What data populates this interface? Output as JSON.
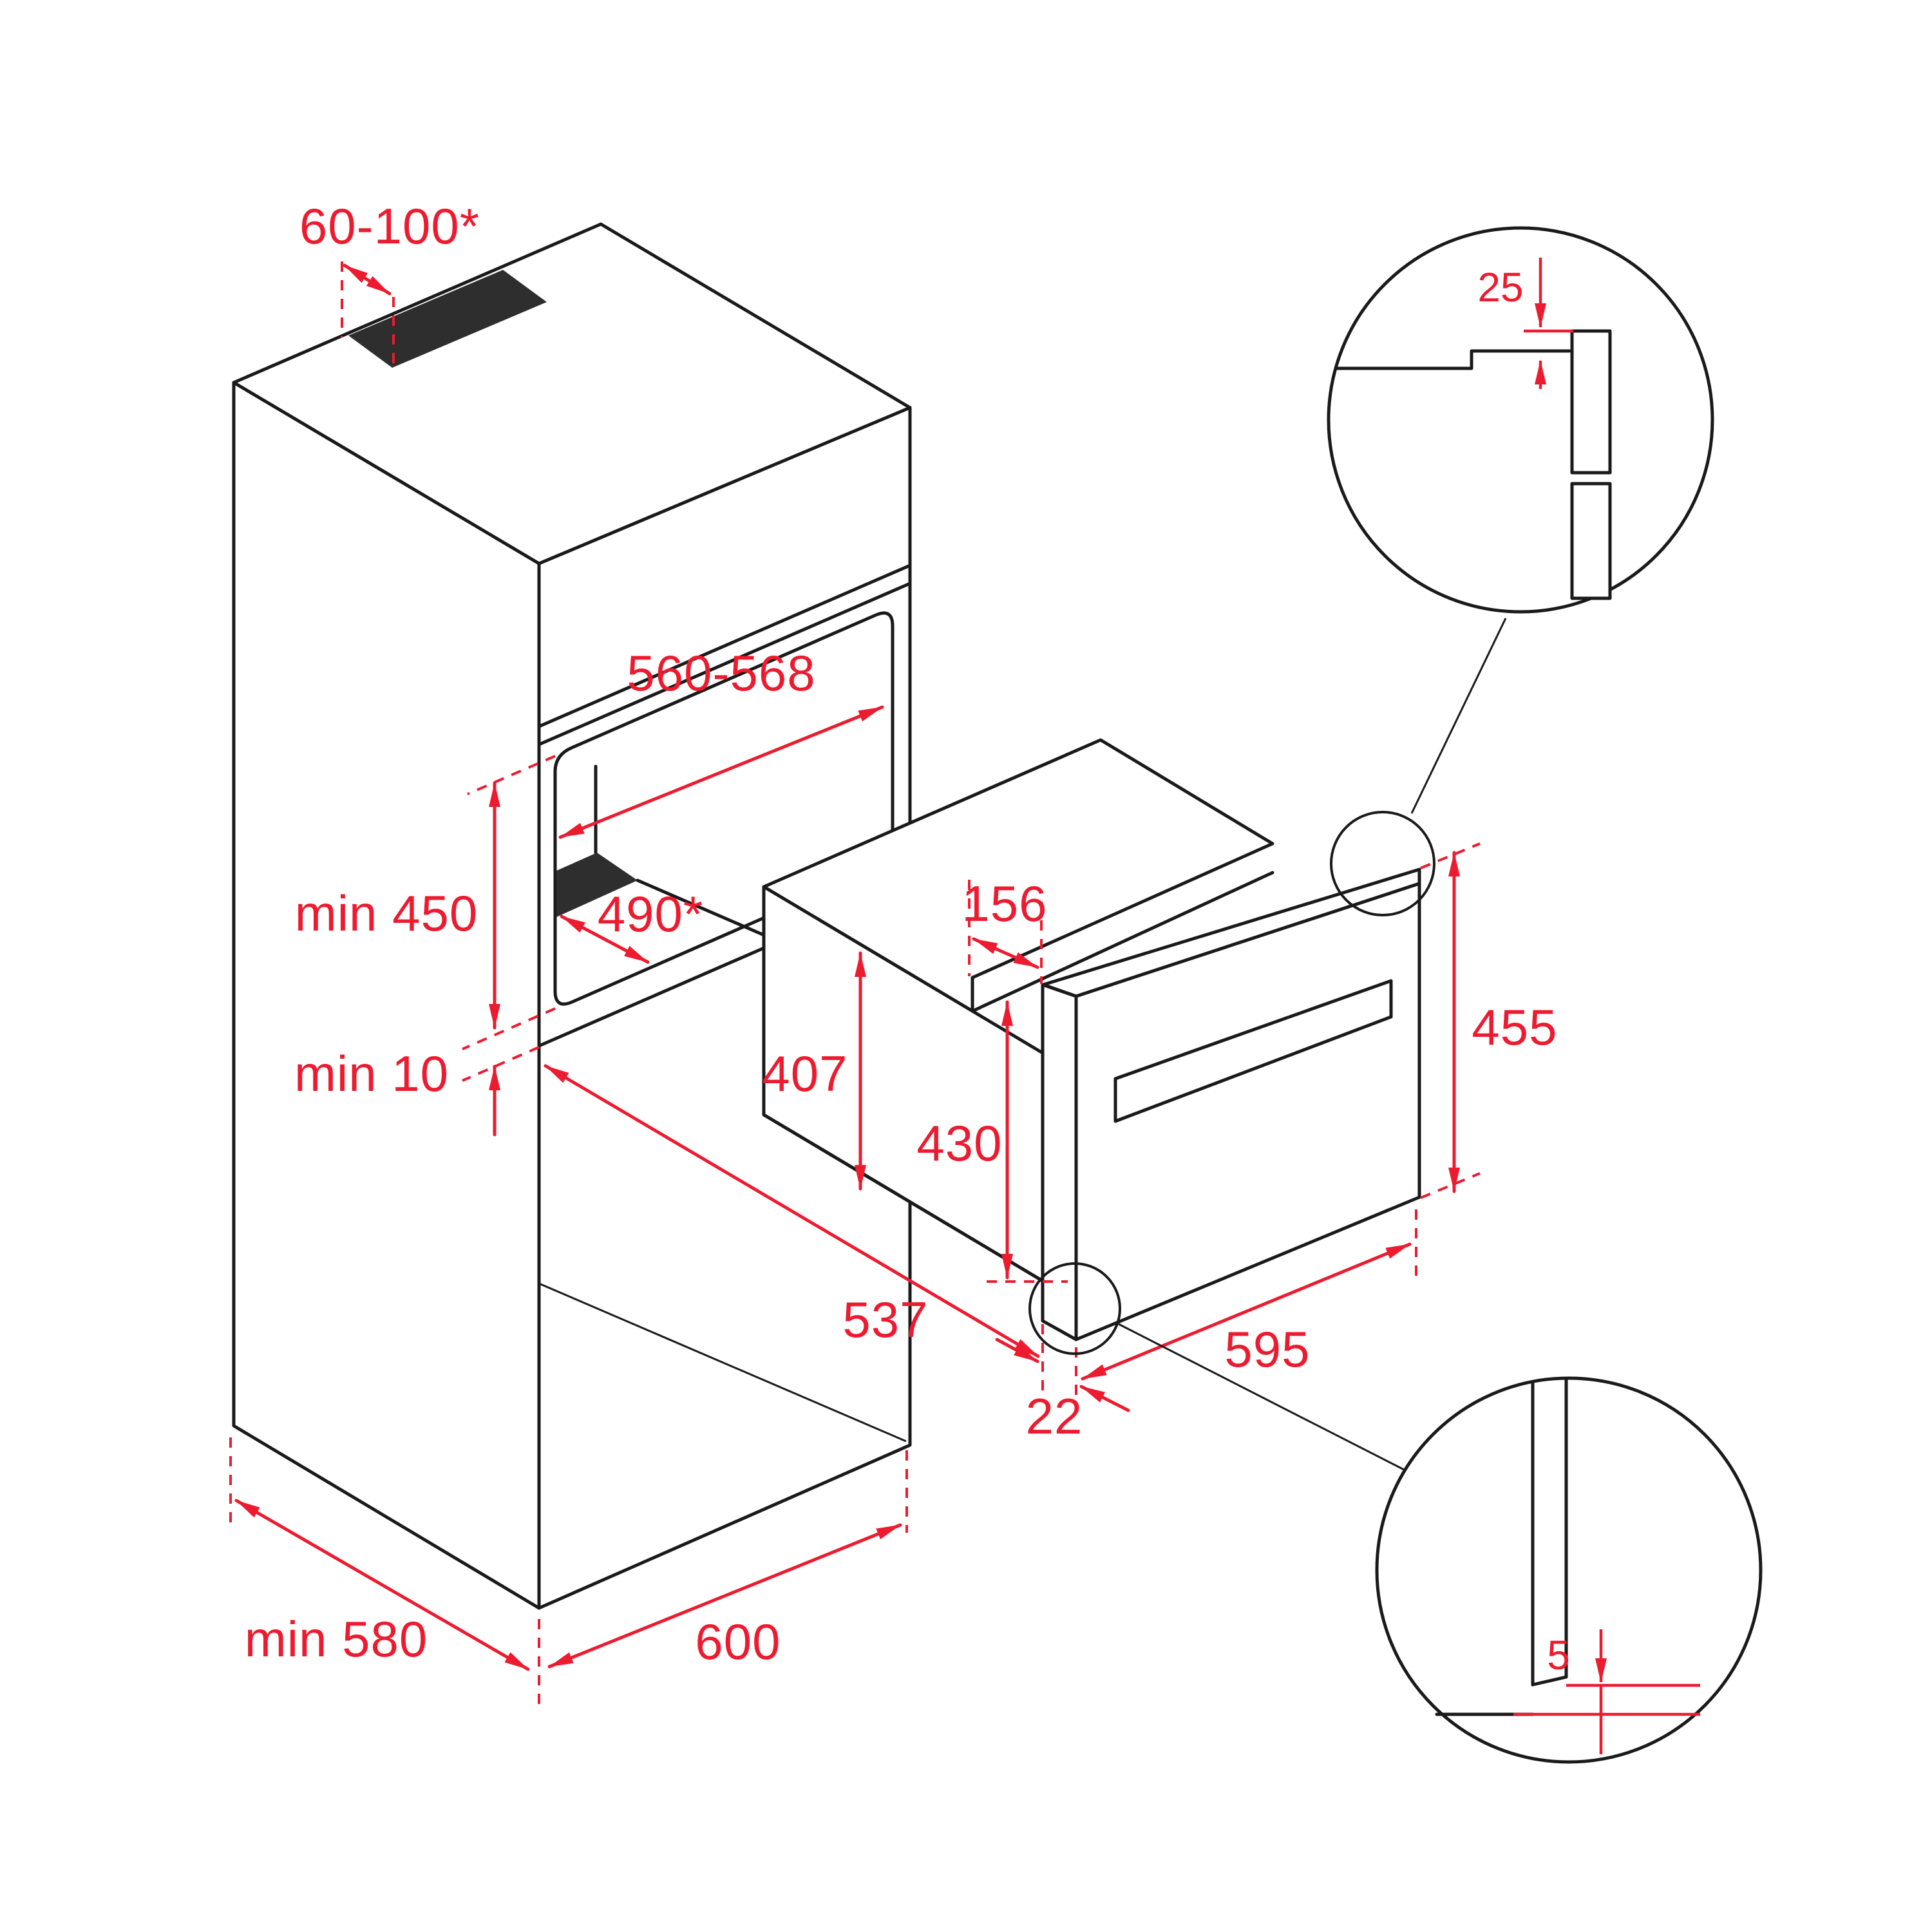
{
  "diagram": {
    "type": "appliance installation drawing",
    "subject": "built-in compact oven and tall cabinet niche",
    "units": "mm",
    "colors": {
      "line": "#1a1a1a",
      "dimension": "#ED1B2F",
      "dark_fill": "#2e2e2e",
      "background": "#ffffff"
    }
  },
  "dimensions": {
    "vent_cutout": "60-100*",
    "niche_width": "560-568",
    "niche_height_min": "min 450",
    "niche_floor_depth": "490*",
    "clearance_below_min": "min 10",
    "cabinet_depth_min": "min 580",
    "cabinet_width": "600",
    "oven_body_depth": "537",
    "front_frame_thickness": "22",
    "oven_width": "595",
    "top_recess_depth": "156",
    "body_front_height": "407",
    "body_height": "430",
    "oven_total_height": "455",
    "detail_top_overlap": "25",
    "detail_bottom_gap": "5"
  }
}
